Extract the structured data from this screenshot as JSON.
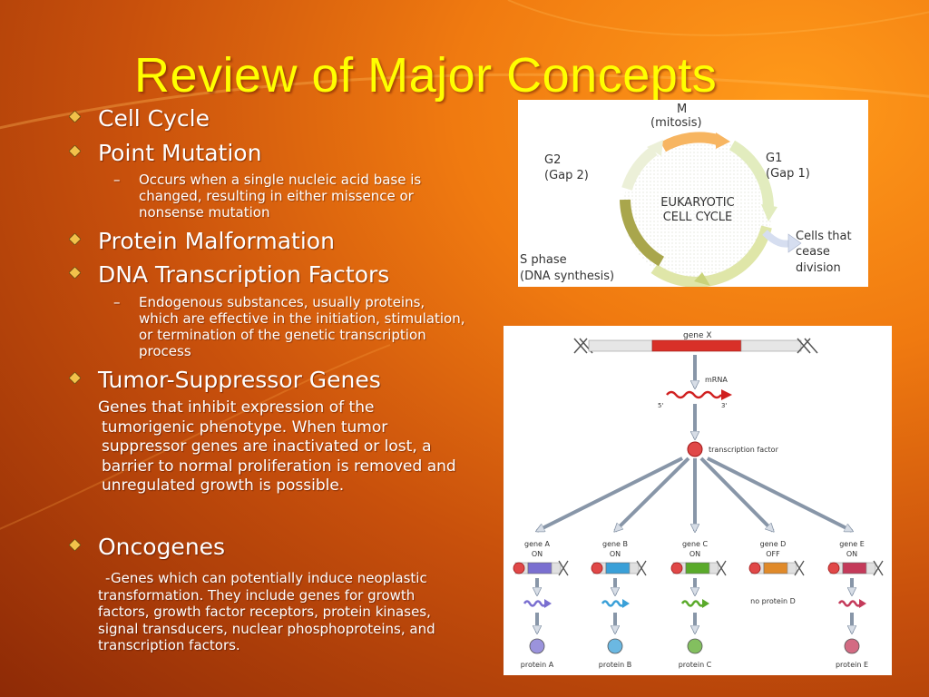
{
  "slide": {
    "title": "Review of Major Concepts",
    "colors": {
      "title": "#ffff00",
      "text": "#ffffff",
      "bullet": "#f2c14a"
    },
    "items": [
      {
        "heading": "Cell Cycle"
      },
      {
        "heading": "Point Mutation",
        "sub": {
          "dash": "–",
          "text": "Occurs when a single nucleic acid base is changed, resulting in either missence or nonsense mutation"
        }
      },
      {
        "heading": "Protein Malformation"
      },
      {
        "heading": "DNA Transcription Factors",
        "sub": {
          "dash": "–",
          "text": "Endogenous substances, usually proteins, which are effective in the initiation, stimulation, or termination of the genetic transcription process"
        }
      },
      {
        "heading": "Tumor-Suppressor Genes",
        "body": "Genes that inhibit expression of the tumorigenic phenotype. When tumor suppressor genes are inactivated or lost, a barrier to normal proliferation is removed and unregulated growth is possible."
      },
      {
        "heading": "Oncogenes",
        "body": "-Genes which can potentially induce neoplastic transformation. They include genes for growth factors, growth factor receptors, protein kinases, signal transducers, nuclear phosphoproteins, and transcription factors."
      }
    ]
  },
  "cell_cycle_figure": {
    "center_line1": "EUKARYOTIC",
    "center_line2": "CELL CYCLE",
    "m_label": "M",
    "m_sub": "(mitosis)",
    "g1_label": "G1",
    "g1_sub": "(Gap 1)",
    "g2_label": "G2",
    "g2_sub": "(Gap 2)",
    "s_label": "S phase",
    "s_sub": "(DNA synthesis)",
    "exit_line1": "Cells that",
    "exit_line2": "cease",
    "exit_line3": "division"
  },
  "gene_figure": {
    "gene_x": "gene X",
    "mrna": "mRNA",
    "five_prime": "5'",
    "three_prime": "3'",
    "tf": "transcription factor",
    "genes": [
      {
        "name": "gene A",
        "state": "ON",
        "protein": "protein A",
        "color": "#7a6fd0"
      },
      {
        "name": "gene B",
        "state": "ON",
        "protein": "protein B",
        "color": "#3aa0d8"
      },
      {
        "name": "gene C",
        "state": "ON",
        "protein": "protein C",
        "color": "#5aaa2a"
      },
      {
        "name": "gene D",
        "state": "OFF",
        "protein": "no protein D",
        "color": "#e08a2a"
      },
      {
        "name": "gene E",
        "state": "ON",
        "protein": "protein E",
        "color": "#c43a5a"
      }
    ]
  }
}
